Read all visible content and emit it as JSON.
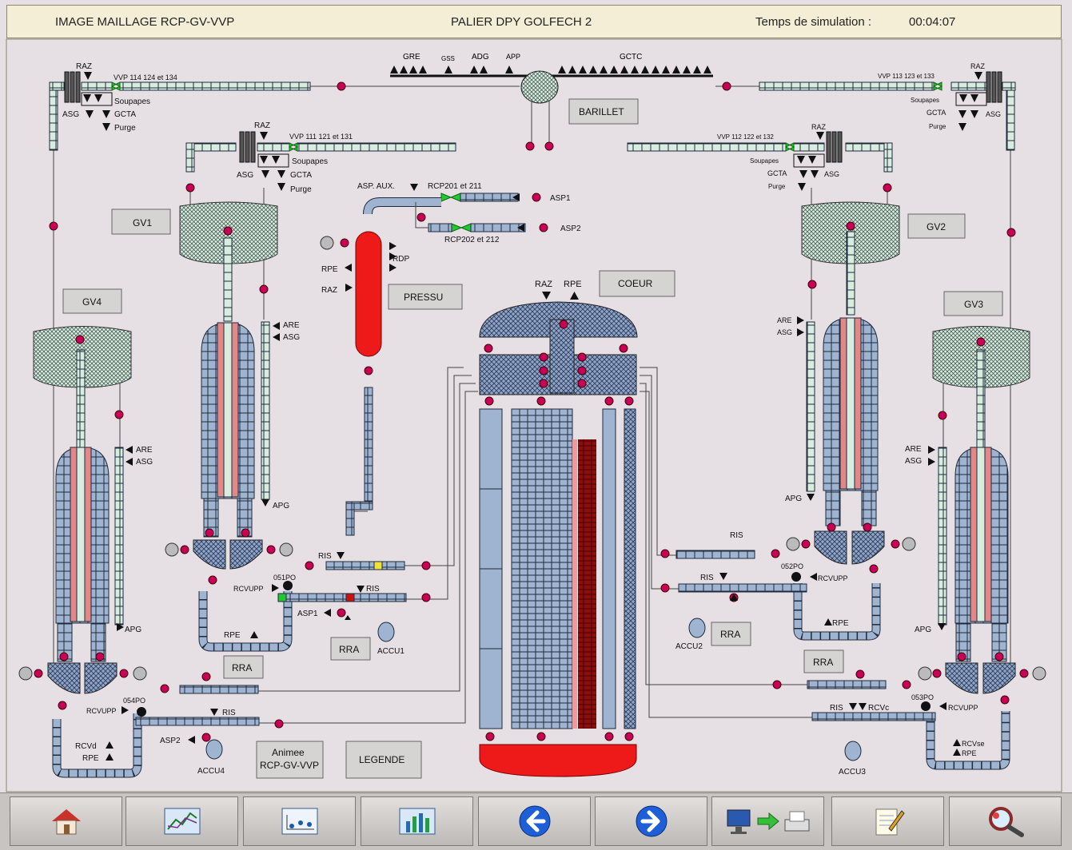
{
  "header": {
    "left_title": "IMAGE MAILLAGE RCP-GV-VVP",
    "center_title": "PALIER DPY GOLFECH 2",
    "sim_label": "Temps de simulation :",
    "sim_time": "00:04:07"
  },
  "buttons": {
    "gv1": "GV1",
    "gv2": "GV2",
    "gv3": "GV3",
    "gv4": "GV4",
    "barillet": "BARILLET",
    "pressu": "PRESSU",
    "coeur": "COEUR",
    "rra_1": "RRA",
    "rra_2": "RRA",
    "rra_3": "RRA",
    "rra_4": "RRA",
    "animee_1": "Animee",
    "animee_2": "RCP-GV-VVP",
    "legende": "LEGENDE"
  },
  "labels": {
    "raz": "RAZ",
    "rpe": "RPE",
    "rdp": "RDP",
    "asg": "ASG",
    "are": "ARE",
    "apg": "APG",
    "ris": "RIS",
    "gcta": "GCTA",
    "purge": "Purge",
    "soupapes": "Soupapes",
    "asp1": "ASP1",
    "asp2": "ASP2",
    "asp_aux": "ASP. AUX.",
    "rcp201": "RCP201 et 211",
    "rcp202": "RCP202 et 212",
    "vvp114": "VVP 114 124 et 134",
    "vvp111": "VVP 111 121 et 131",
    "vvp112": "VVP 112 122 et 132",
    "vvp113": "VVP 113 123 et 133",
    "gre": "GRE",
    "gss": "GSS",
    "adg": "ADG",
    "app": "APP",
    "gctc": "GCTC",
    "po051": "051PO",
    "po052": "052PO",
    "po053": "053PO",
    "po054": "054PO",
    "rcv_upp": "RCVUPP",
    "rcvd": "RCVd",
    "rcvc": "RCVc",
    "rcv_se": "RCVse",
    "accu1": "ACCU1",
    "accu2": "ACCU2",
    "accu3": "ACCU3",
    "accu4": "ACCU4"
  },
  "colors": {
    "background": "#e6dfe4",
    "pipe_cold": "#9fb4d1",
    "pipe_steam": "#d8ecdf",
    "node": "#c8005a",
    "pressurizer": "#ee1a1a",
    "core_hot": "#8b0d0d",
    "valve_open": "#22c832"
  },
  "toolbar": [
    {
      "name": "home-icon"
    },
    {
      "name": "trend-chart-icon"
    },
    {
      "name": "diagram-icon"
    },
    {
      "name": "bar-chart-icon"
    },
    {
      "name": "arrow-left-icon"
    },
    {
      "name": "arrow-right-icon"
    },
    {
      "name": "print-screen-icon"
    },
    {
      "name": "notepad-icon"
    },
    {
      "name": "search-zoom-icon"
    }
  ]
}
